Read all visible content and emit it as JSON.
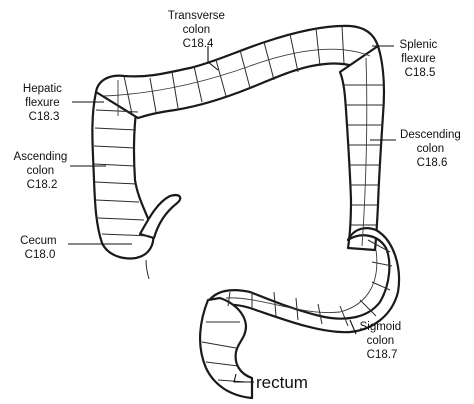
{
  "labels": {
    "transverse": {
      "name_line1": "Transverse",
      "name_line2": "colon",
      "code": "C18.4"
    },
    "splenic": {
      "name_line1": "Splenic",
      "name_line2": "flexure",
      "code": "C18.5"
    },
    "hepatic": {
      "name_line1": "Hepatic",
      "name_line2": "flexure",
      "code": "C18.3"
    },
    "descending": {
      "name_line1": "Descending",
      "name_line2": "colon",
      "code": "C18.6"
    },
    "ascending": {
      "name_line1": "Ascending",
      "name_line2": "colon",
      "code": "C18.2"
    },
    "cecum": {
      "name_line1": "Cecum",
      "code": "C18.0"
    },
    "sigmoid": {
      "name_line1": "Sigmoid",
      "name_line2": "colon",
      "code": "C18.7"
    },
    "rectum": {
      "name_line1": "rectum"
    }
  },
  "colors": {
    "ink": "#1a1a1a",
    "background": "#ffffff"
  }
}
